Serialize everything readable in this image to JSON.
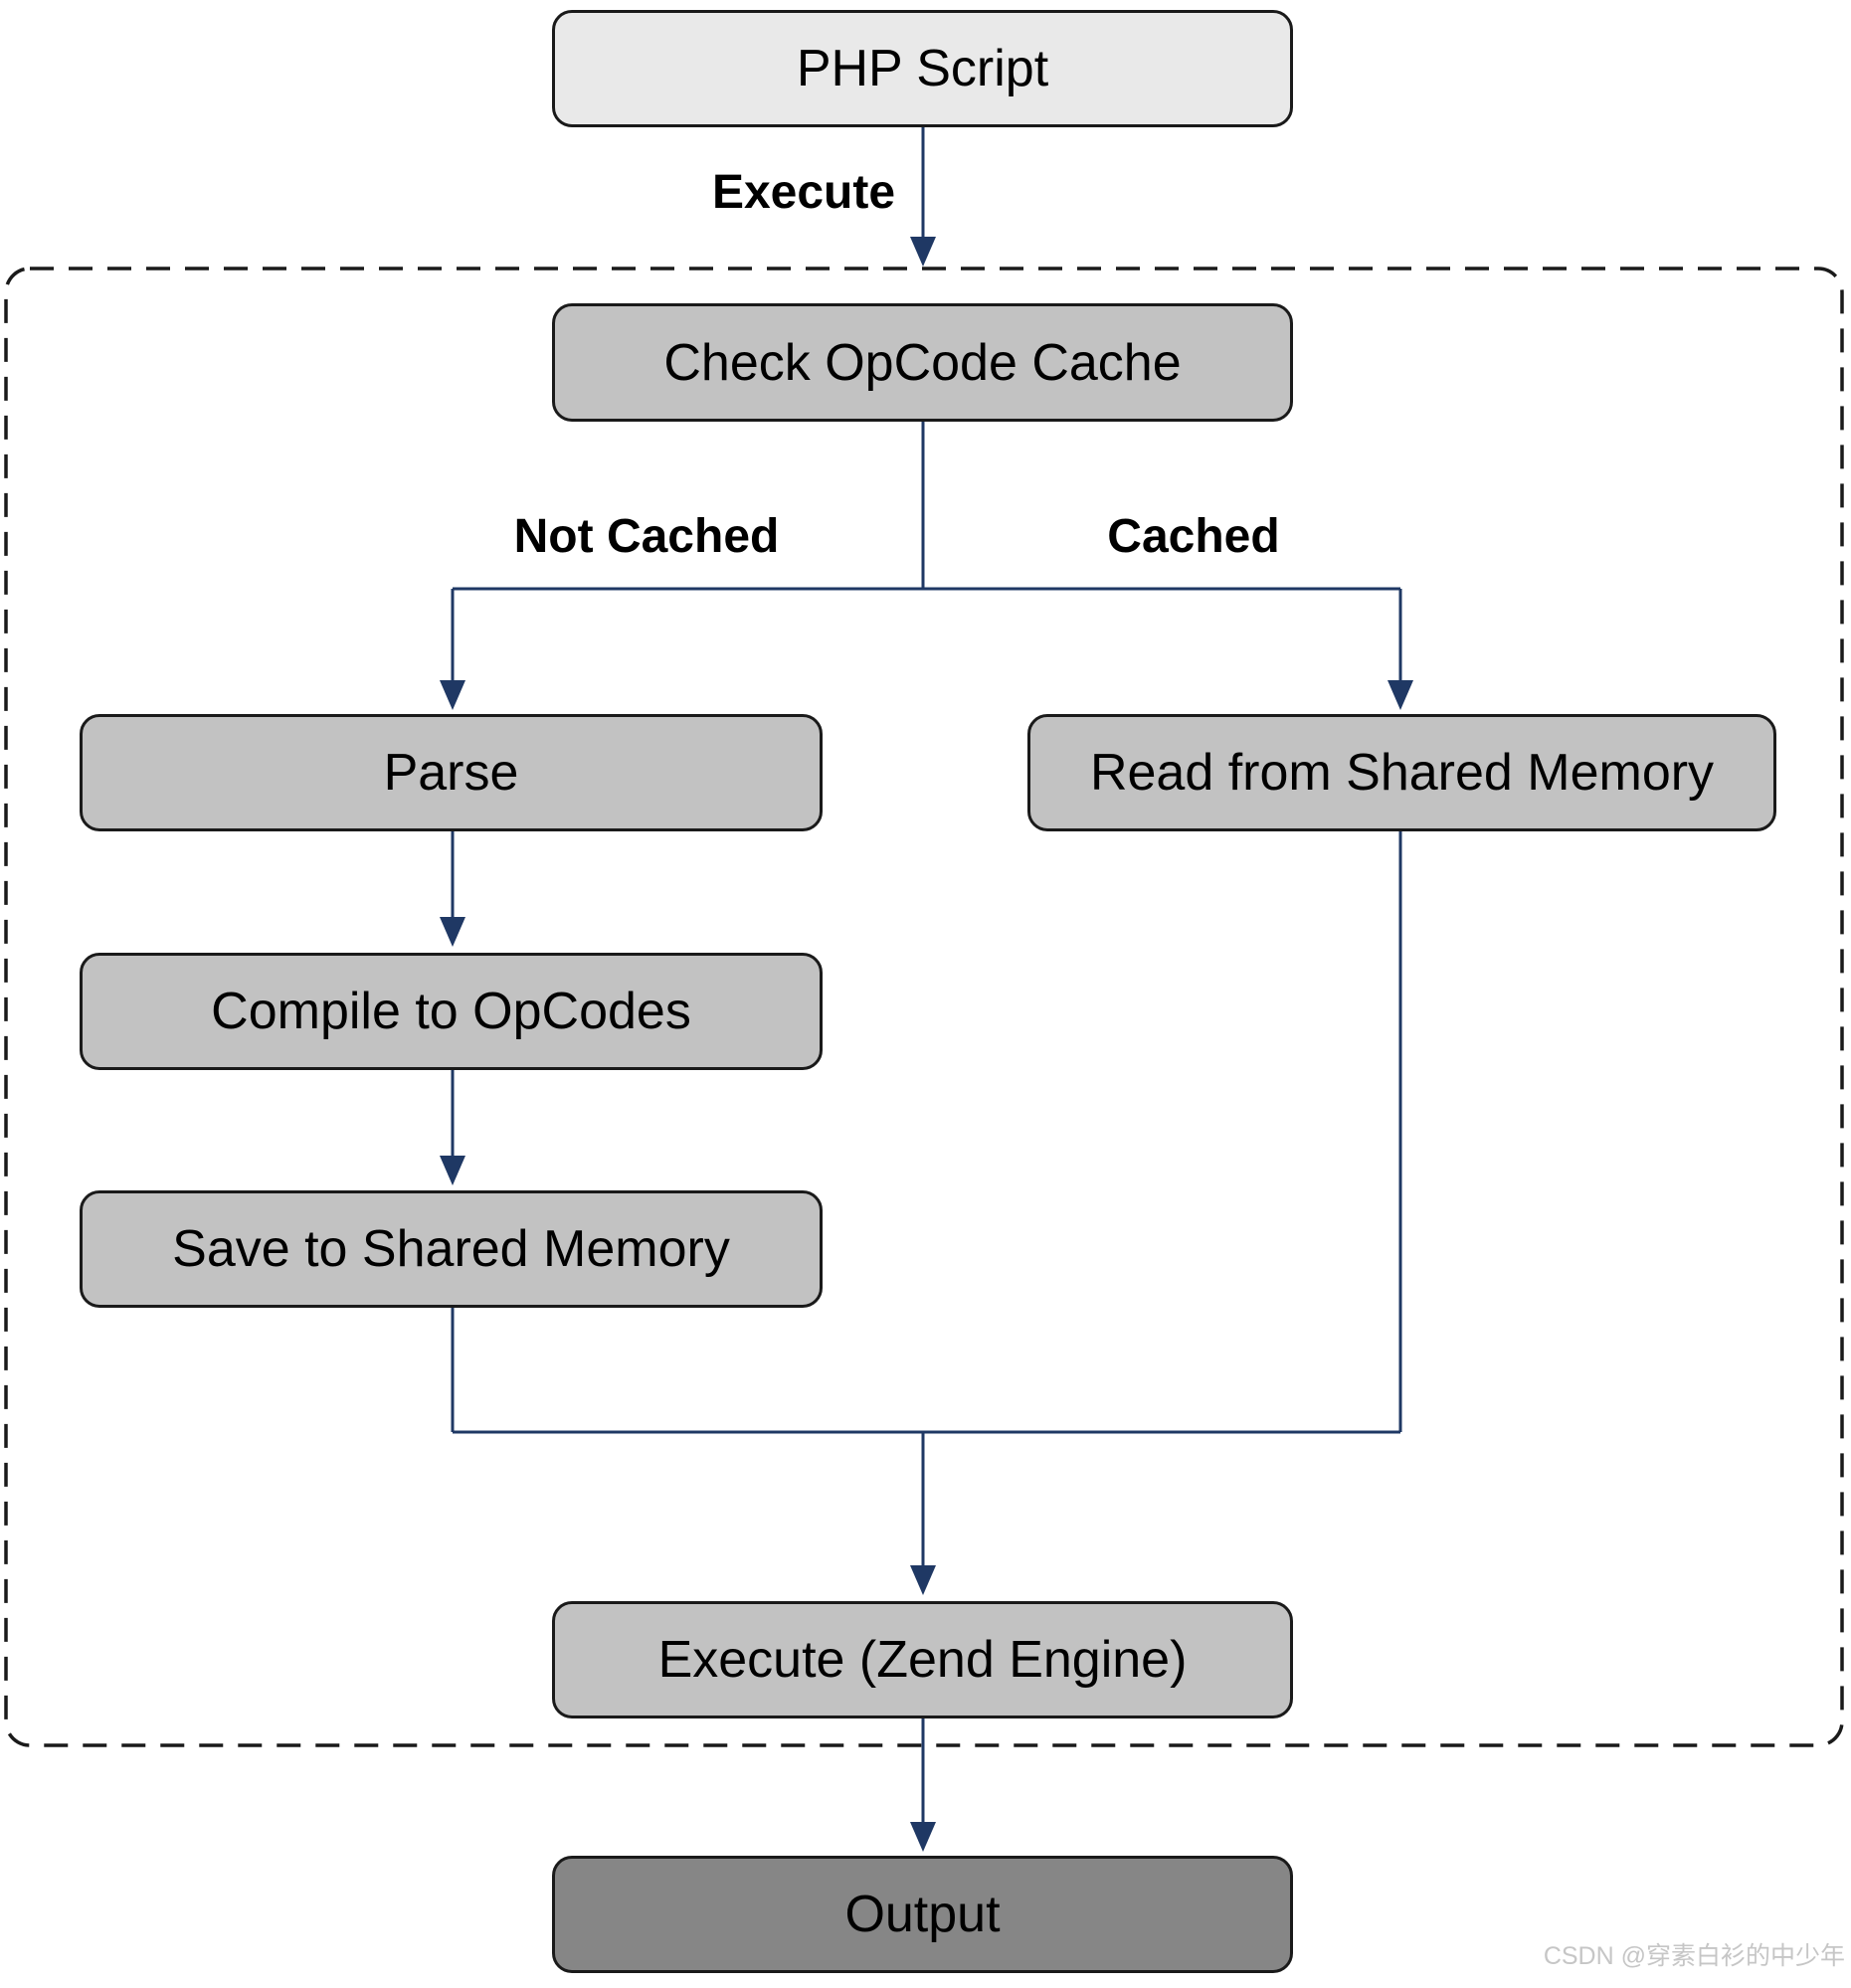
{
  "flowchart": {
    "nodes": {
      "php_script": {
        "label": "PHP Script"
      },
      "check_opcode_cache": {
        "label": "Check OpCode Cache"
      },
      "parse": {
        "label": "Parse"
      },
      "compile_to_opcodes": {
        "label": "Compile to OpCodes"
      },
      "save_to_shared_memory": {
        "label": "Save to Shared Memory"
      },
      "read_from_shared_memory": {
        "label": "Read from Shared Memory"
      },
      "execute_zend_engine": {
        "label": "Execute (Zend Engine)"
      },
      "output": {
        "label": "Output"
      }
    },
    "edge_labels": {
      "execute": "Execute",
      "not_cached": "Not Cached",
      "cached": "Cached"
    },
    "colors": {
      "node_light_fill": "#e9e9e9",
      "node_mid_fill": "#c2c2c2",
      "node_dark_fill": "#868686",
      "node_border": "#1a1a1a",
      "arrow_line": "#1f3864",
      "dashed_boundary": "#1a1a1a",
      "watermark_text": "#c6c6c6"
    },
    "watermark": "CSDN @穿素白衫的中少年"
  }
}
